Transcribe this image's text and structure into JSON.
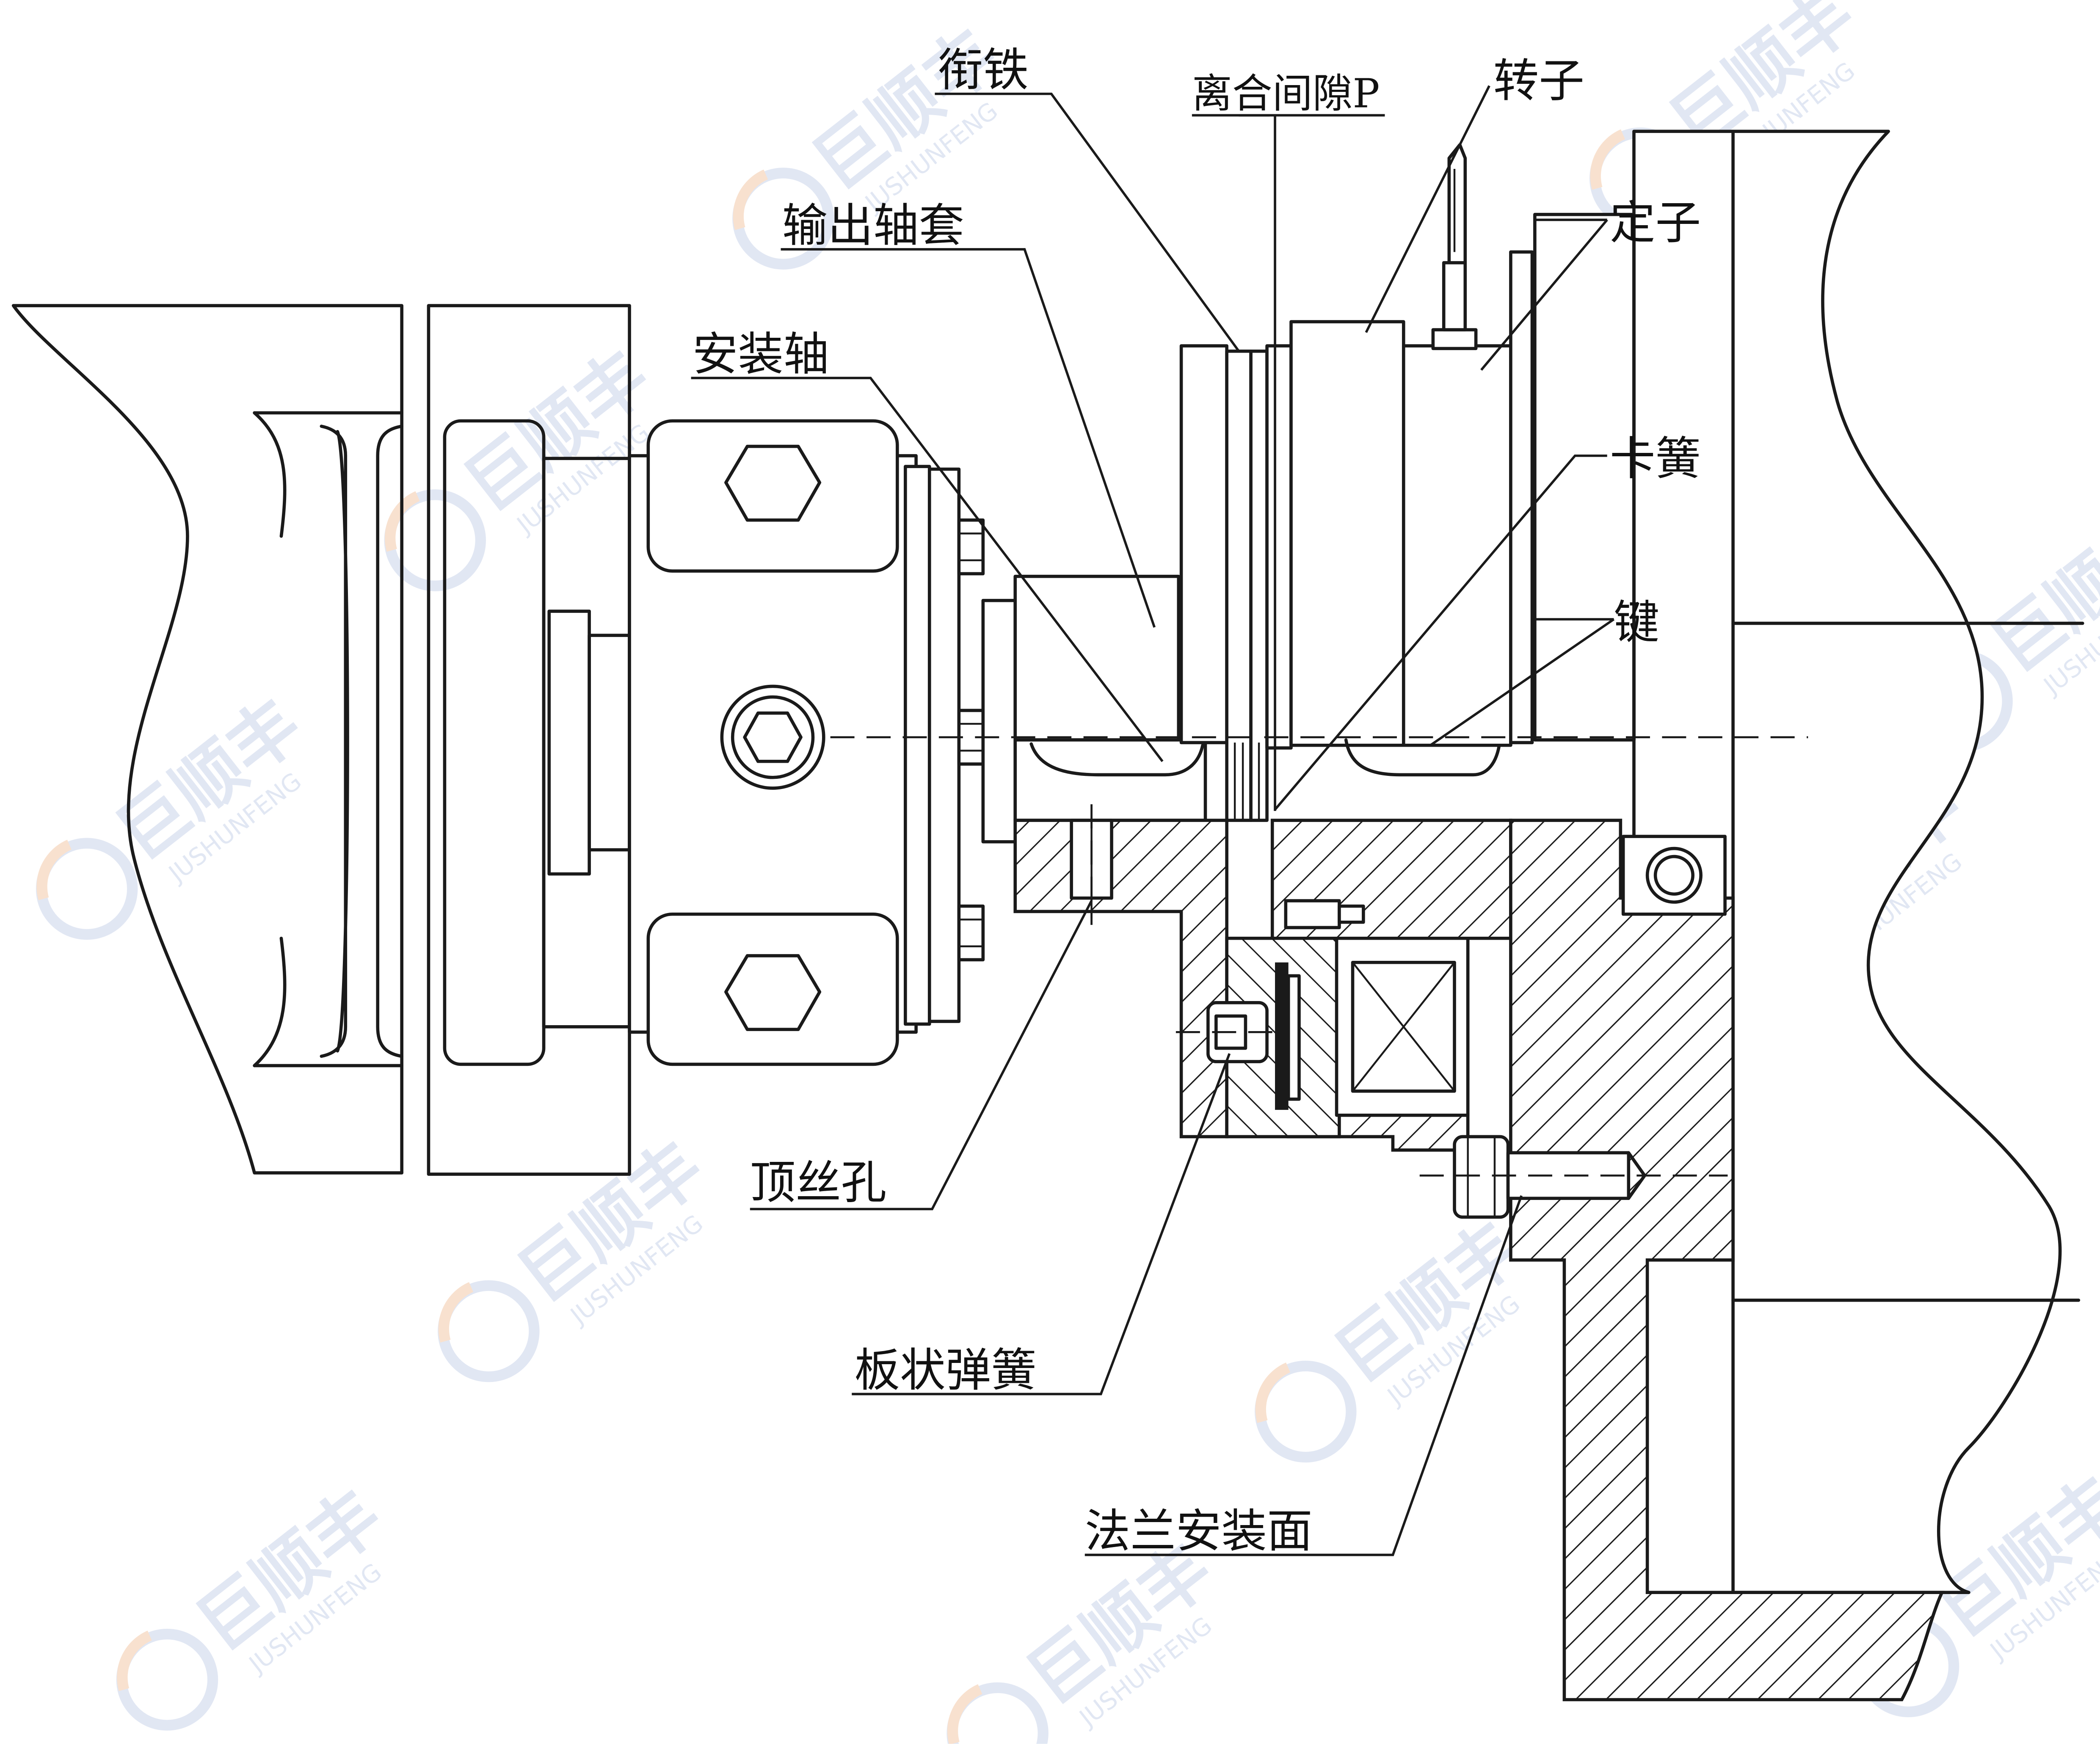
{
  "labels": {
    "armature": "衔铁",
    "release_gap": "离合间隙P",
    "rotor": "转子",
    "output_sleeve": "输出轴套",
    "stator": "定子",
    "mounting_shaft": "安装轴",
    "circlip": "卡簧",
    "key": "键",
    "set_screw_hole": "顶丝孔",
    "leaf_spring": "板状弹簧",
    "flange_mounting_face": "法兰安装面"
  },
  "watermark": {
    "brand_cn": "巨顺丰",
    "brand_en": "JUSHUNFENG",
    "color": "#c9d3ea",
    "accent_color": "#f2c9a8"
  },
  "colors": {
    "line": "#1a1a1a",
    "background": "#ffffff"
  }
}
